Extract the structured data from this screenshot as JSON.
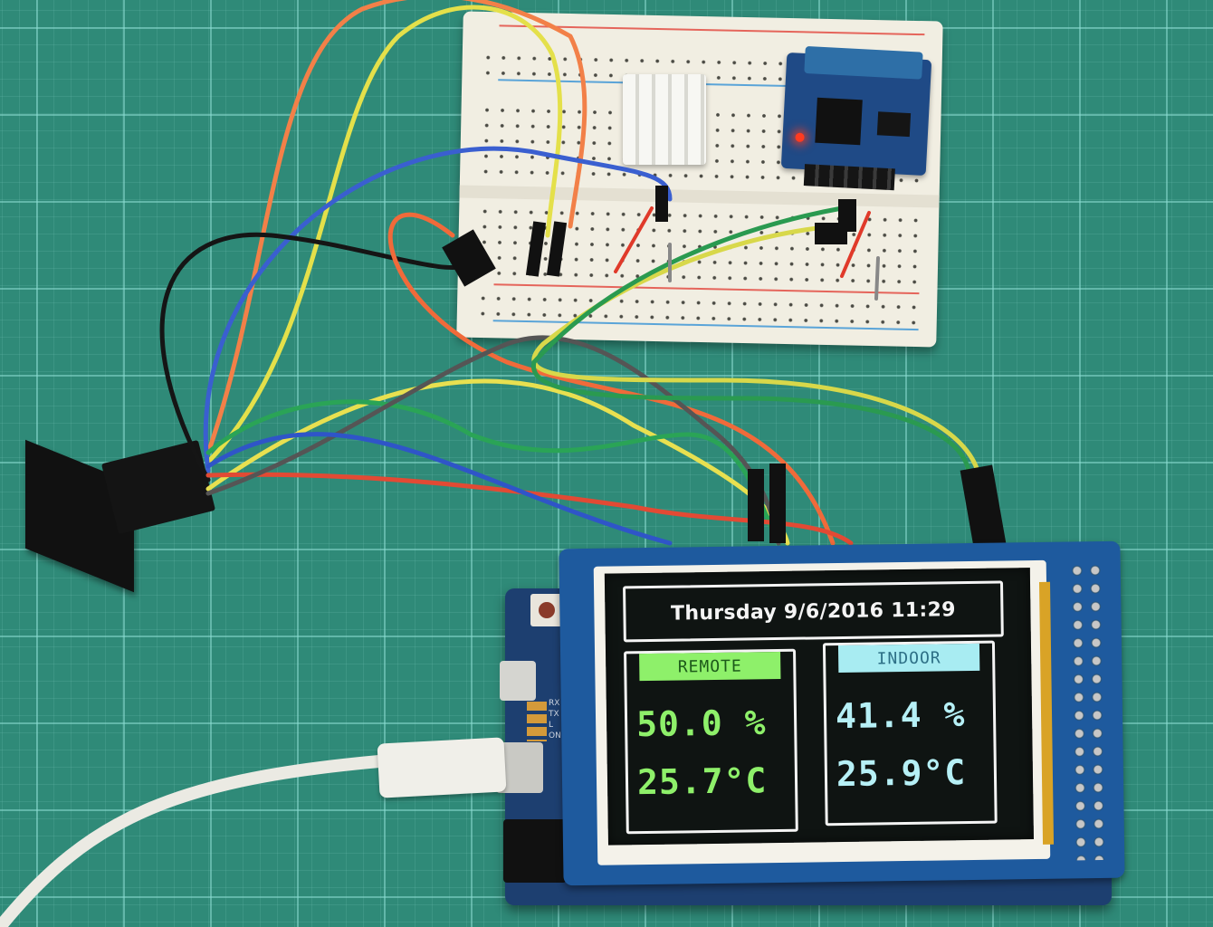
{
  "scene": {
    "description": "Arduino weather station: Mega board with 3.5in TFT shield, breadboard with DHT sensor and RTC module, remote sensor module on wires",
    "colors": {
      "mat": "#2f8a78",
      "mat_grid": "#8cdcd2",
      "breadboard": "#f1eee2",
      "shield_pcb": "#1e5a9e",
      "arduino_pcb": "#1d3f70",
      "screen_bg": "#0f1412",
      "remote_accent": "#8ef06a",
      "indoor_accent": "#a8ecf2",
      "frame_white": "#f4f4f4"
    }
  },
  "display": {
    "header": {
      "datetime": "Thursday 9/6/2016 11:29"
    },
    "panels": [
      {
        "label": "REMOTE",
        "humidity": "50.0 %",
        "temperature": "25.7°C",
        "label_bg": "#8ef06a",
        "label_fg": "#1d5a1a",
        "value_color": "#8ef06a"
      },
      {
        "label": "INDOOR",
        "humidity": "41.4 %",
        "temperature": "25.9°C",
        "label_bg": "#a8ecf2",
        "label_fg": "#2d6f86",
        "value_color": "#b6f0f6"
      }
    ]
  },
  "board": {
    "silkscreen": [
      "RX",
      "TX",
      "L",
      "ON"
    ]
  }
}
